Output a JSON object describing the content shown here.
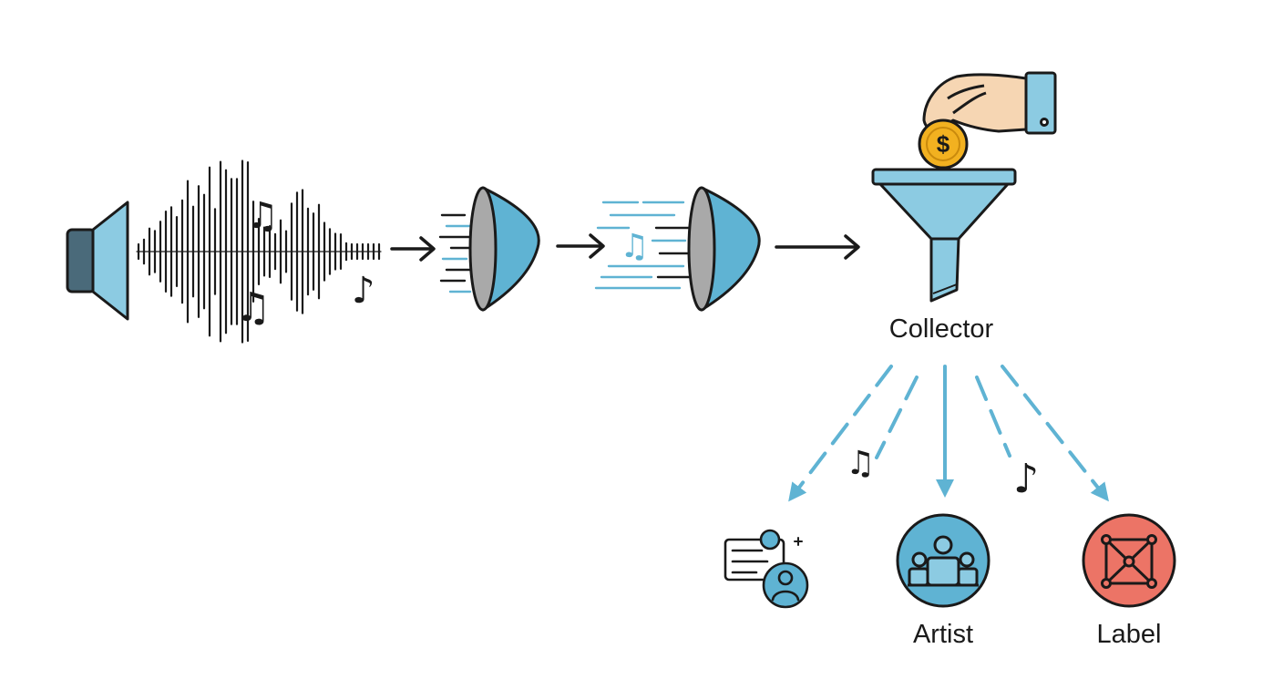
{
  "labels": {
    "collector": "Collector",
    "artist": "Artist",
    "label": "Label"
  },
  "glyphs": {
    "beamed_note": "♫",
    "eighth_note": "♪",
    "currency": "$"
  },
  "colors": {
    "stroke": "#1a1a1a",
    "blue": "#5fb3d3",
    "light_blue": "#8ccbe2",
    "dark_slate": "#4a6a7a",
    "coin_gold": "#f2b120",
    "skin": "#f6d6b3",
    "red": "#ec7466"
  },
  "icons": [
    "speaker-icon",
    "sound-wave",
    "lens-icon",
    "funnel-icon",
    "hand-icon",
    "coin-icon",
    "person-card-icon",
    "artist-group-icon",
    "label-network-icon"
  ]
}
